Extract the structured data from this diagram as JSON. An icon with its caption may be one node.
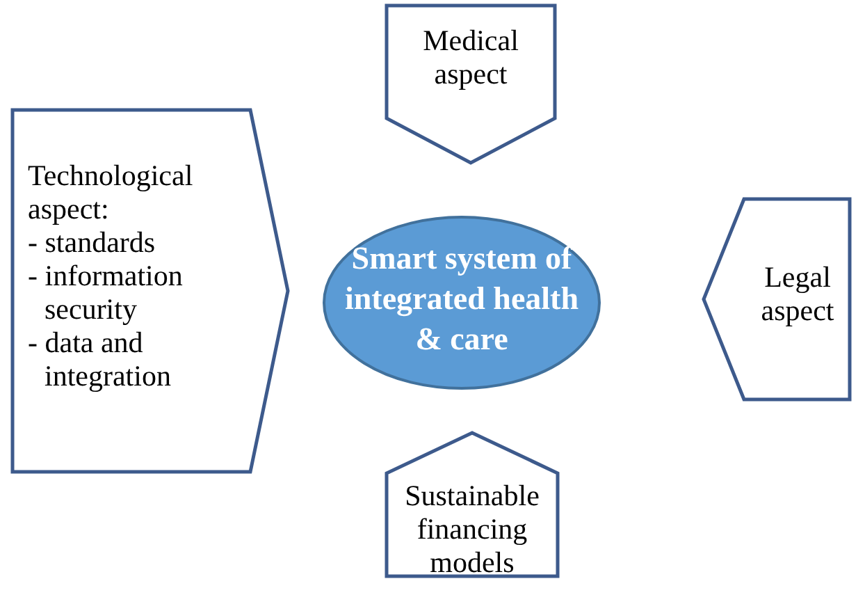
{
  "diagram": {
    "nodes": [
      {
        "text": [
          "Medical aspect"
        ]
      },
      {
        "text": [
          "Technological aspect:",
          "- standards",
          "- information security",
          "- data and integration"
        ]
      },
      {
        "text": [
          "Smart system of integrated health & care"
        ]
      },
      {
        "text": [
          "Legal aspect"
        ]
      },
      {
        "text": [
          "Sustainable financing models"
        ]
      }
    ]
  }
}
